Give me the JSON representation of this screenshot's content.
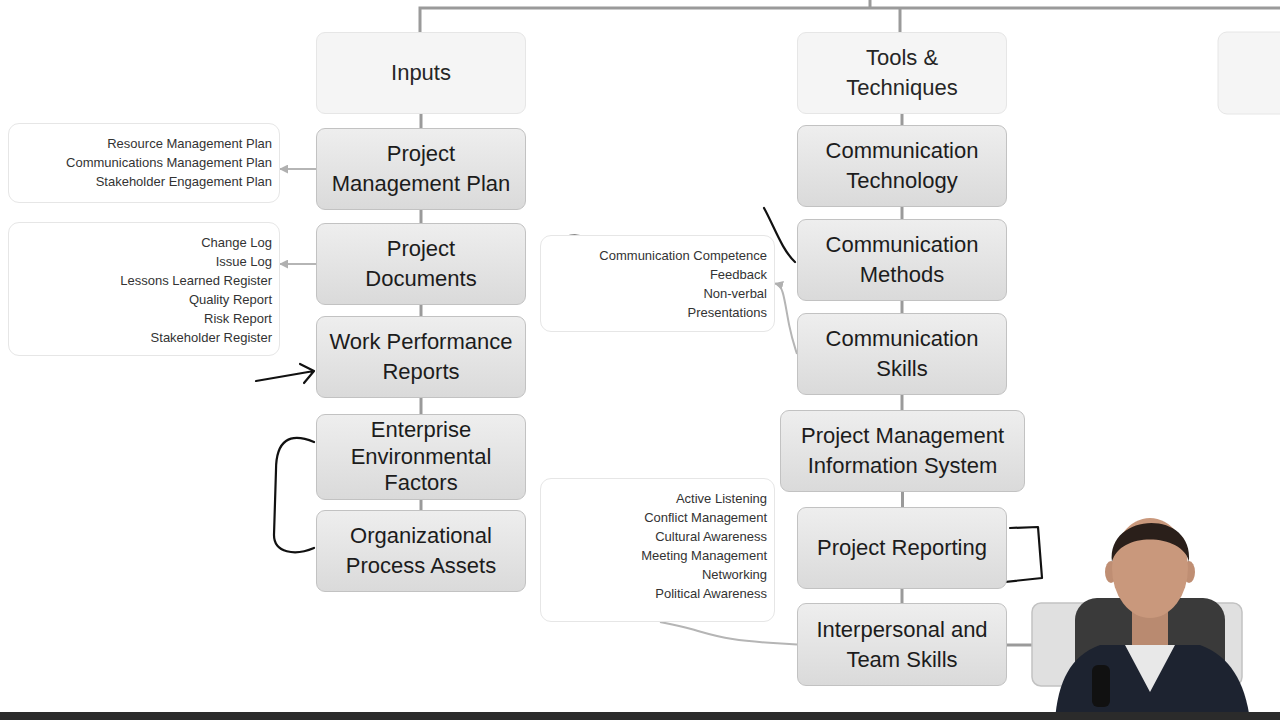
{
  "diagram": {
    "nodes": [
      {
        "text": [
          "Inputs"
        ]
      },
      {
        "text": [
          "Project Management Plan"
        ]
      },
      {
        "text": [
          "Project Documents"
        ]
      },
      {
        "text": [
          "Work Performance Reports"
        ]
      },
      {
        "text": [
          "Enterprise Environmental Factors"
        ]
      },
      {
        "text": [
          "Organizational Process Assets"
        ]
      },
      {
        "text": [
          "Tools & Techniques"
        ]
      },
      {
        "text": [
          "Communication Technology"
        ]
      },
      {
        "text": [
          "Communication Methods"
        ]
      },
      {
        "text": [
          "Communication Skills"
        ]
      },
      {
        "text": [
          "Project Management Information System"
        ]
      },
      {
        "text": [
          "Project Reporting"
        ]
      },
      {
        "text": [
          "Interpersonal and Team Skills"
        ]
      },
      {
        "text": [
          "Resource Management Plan",
          "Communications Management Plan",
          "Stakeholder Engagement Plan"
        ]
      },
      {
        "text": [
          "Change Log",
          "Issue Log",
          "Lessons Learned Register",
          "Quality Report",
          "Risk Report",
          "Stakeholder Register"
        ]
      },
      {
        "text": [
          "Communication Competence",
          "Feedback",
          "Non-verbal",
          "Presentations"
        ]
      },
      {
        "text": [
          "Active Listening",
          "Conflict Management",
          "Cultural Awareness",
          "Meeting Management",
          "Networking",
          "Political Awareness"
        ]
      }
    ],
    "edges": [
      {
        "from": 0,
        "to": 1,
        "arrow": "none"
      },
      {
        "from": 1,
        "to": 2,
        "arrow": "none"
      },
      {
        "from": 2,
        "to": 3,
        "arrow": "none"
      },
      {
        "from": 3,
        "to": 4,
        "arrow": "none"
      },
      {
        "from": 4,
        "to": 5,
        "arrow": "none"
      },
      {
        "from": 6,
        "to": 7,
        "arrow": "none"
      },
      {
        "from": 7,
        "to": 8,
        "arrow": "none"
      },
      {
        "from": 8,
        "to": 9,
        "arrow": "none"
      },
      {
        "from": 9,
        "to": 10,
        "arrow": "none"
      },
      {
        "from": 10,
        "to": 11,
        "arrow": "none"
      },
      {
        "from": 11,
        "to": 12,
        "arrow": "none"
      },
      {
        "from": 1,
        "to": 13,
        "arrow": "to"
      },
      {
        "from": 2,
        "to": 14,
        "arrow": "to"
      },
      {
        "from": 9,
        "to": 15,
        "arrow": "to"
      },
      {
        "from": 12,
        "to": 16,
        "arrow": "none"
      }
    ]
  }
}
